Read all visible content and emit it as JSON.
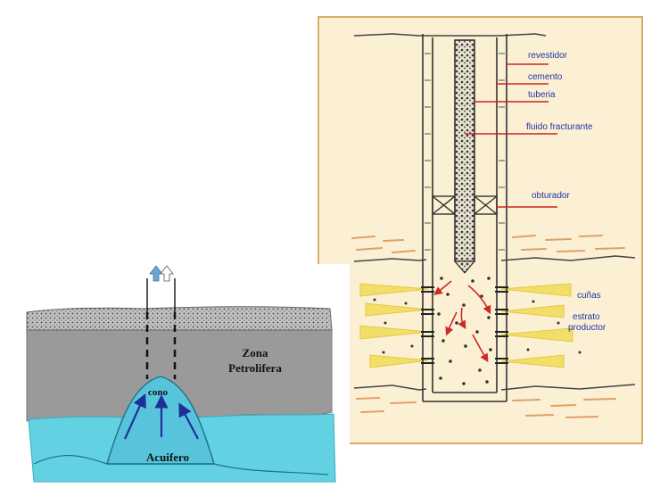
{
  "well_diagram": {
    "labels": {
      "casing": "revestidor",
      "cement": "cemento",
      "tubing": "tuberia",
      "fracturing_fluid": "fluido fracturante",
      "packer": "obturador",
      "wedges": "cuñas",
      "producing_stratum_line1": "estrato",
      "producing_stratum_line2": "productor"
    },
    "colors": {
      "background": "#fbf0d3",
      "border": "#d6b06a",
      "label_text": "#2233aa",
      "leader_line": "#cc2222",
      "fracture_fill": "#f2df6a",
      "arrow": "#cc2a2a"
    }
  },
  "coning_diagram": {
    "labels": {
      "oil_zone_line1": "Zona",
      "oil_zone_line2": "Petrolifera",
      "cone": "cono",
      "aquifer": "Acuifero"
    },
    "colors": {
      "cap_rock": "#b8b8b8",
      "oil_zone": "#9a9a9a",
      "aquifer": "#62d1e2",
      "cone": "#58c4dc",
      "flow_arrow": "#1f2f9a",
      "up_arrow_blue": "#6aa6d6"
    }
  }
}
